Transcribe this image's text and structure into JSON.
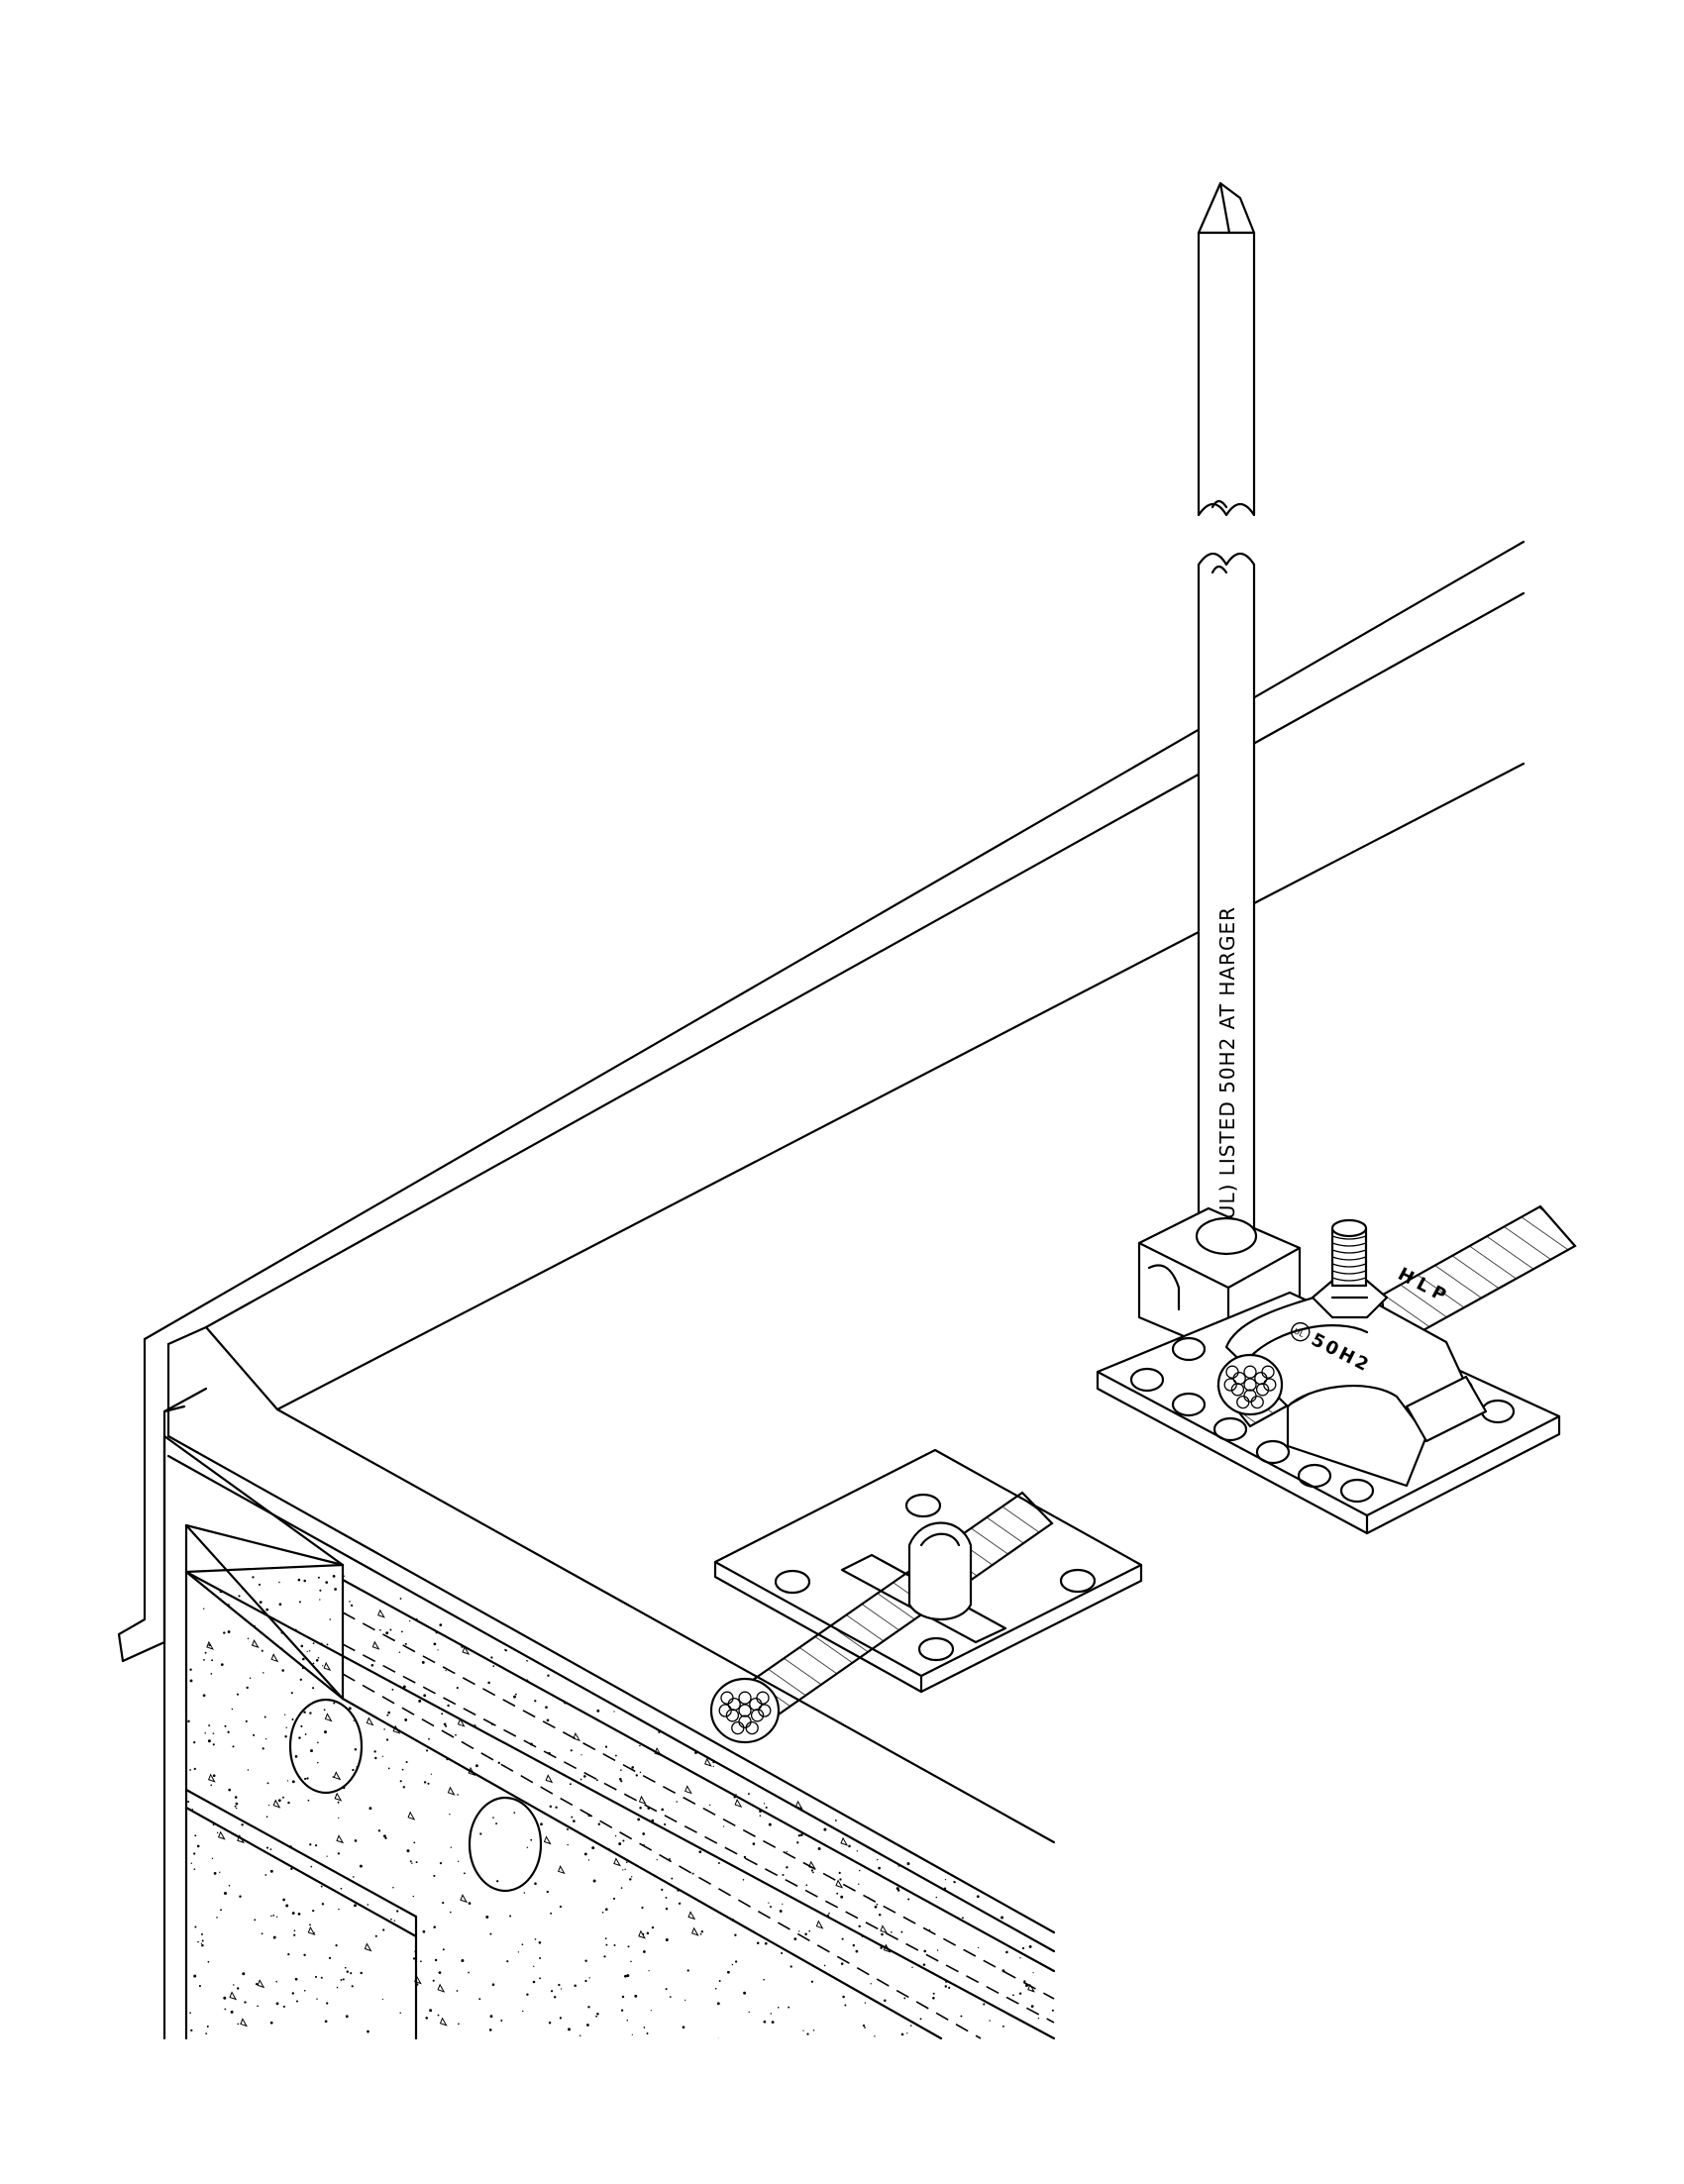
{
  "rod_label": "(UL) LISTED 50H2 AT HARGER",
  "clamp_brand": "HLP",
  "clamp_model": "50H2",
  "listing_mark": "UL",
  "icons": [
    "lightning-rod-icon",
    "rod-base-icon",
    "bolt-icon",
    "cable-clamp-icon",
    "cable-holder-icon"
  ]
}
